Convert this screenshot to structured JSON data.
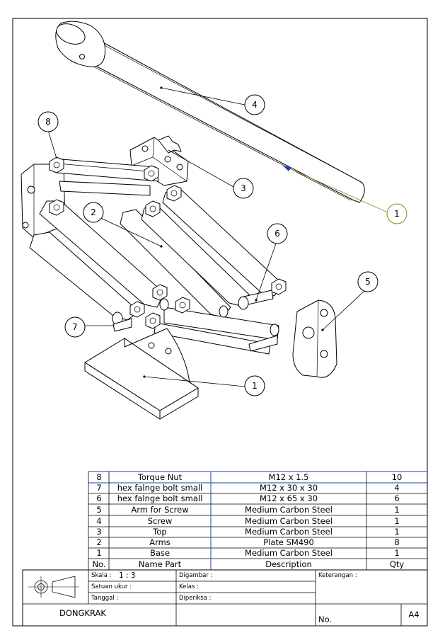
{
  "drawing": {
    "callouts": [
      {
        "id": "callout-1-top",
        "label": "1",
        "selected": true
      },
      {
        "id": "callout-2",
        "label": "2"
      },
      {
        "id": "callout-3",
        "label": "3"
      },
      {
        "id": "callout-4",
        "label": "4"
      },
      {
        "id": "callout-5",
        "label": "5"
      },
      {
        "id": "callout-6",
        "label": "6"
      },
      {
        "id": "callout-7",
        "label": "7"
      },
      {
        "id": "callout-8",
        "label": "8"
      },
      {
        "id": "callout-1-bottom",
        "label": "1"
      }
    ]
  },
  "bom": {
    "header": {
      "no": "No.",
      "name": "Name Part",
      "description": "Description",
      "qty": "Qty"
    },
    "rows": [
      {
        "no": "8",
        "name": "Torque Nut",
        "description": "M12 x 1.5",
        "qty": "10"
      },
      {
        "no": "7",
        "name": "hex falnge bolt small",
        "description": "M12 x 30 x 30",
        "qty": "4"
      },
      {
        "no": "6",
        "name": "hex falnge bolt small",
        "description": "M12 x 65 x 30",
        "qty": "6"
      },
      {
        "no": "5",
        "name": "Arm for Screw",
        "description": "Medium Carbon Steel",
        "qty": "1"
      },
      {
        "no": "4",
        "name": "Screw",
        "description": "Medium Carbon Steel",
        "qty": "1"
      },
      {
        "no": "3",
        "name": "Top",
        "description": "Medium Carbon Steel",
        "qty": "1"
      },
      {
        "no": "2",
        "name": "Arms",
        "description": "Plate SM490",
        "qty": "8"
      },
      {
        "no": "1",
        "name": "Base",
        "description": "Medium Carbon Steel",
        "qty": "1"
      }
    ]
  },
  "title_block": {
    "skala_label": "Skala :",
    "skala_value": "1 : 3",
    "satuan_label": "Satuan ukur :",
    "tanggal_label": "Tanggal :",
    "digambar_label": "Digambar :",
    "kelas_label": "Kelas :",
    "diperiksa_label": "Diperiksa :",
    "keterangan_label": "Keterangan :",
    "project_title": "DONGKRAK",
    "no_label": "No.",
    "sheet_size": "A4"
  },
  "colors": {
    "selected_callout": "#8a8a1a",
    "table_rule": "#1d3fb0"
  }
}
